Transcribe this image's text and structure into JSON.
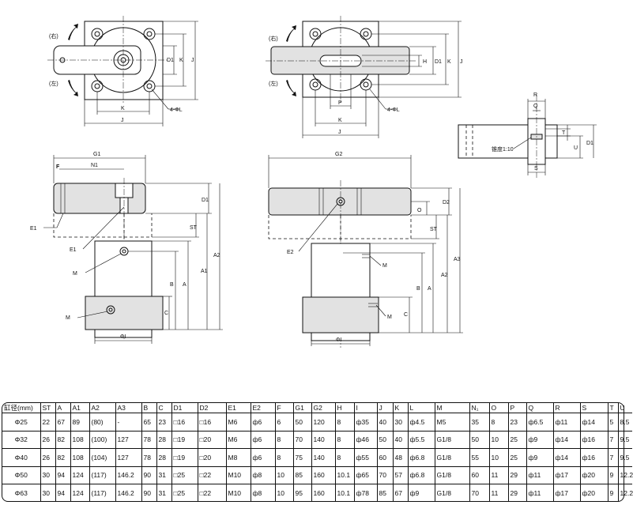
{
  "views": {
    "top_left": {
      "rot_right": "(右)",
      "rot_left": "(左)",
      "dims": [
        "D1",
        "K",
        "J",
        "K",
        "J",
        "4-ΦL"
      ]
    },
    "top_right": {
      "rot_right": "(右)",
      "rot_left": "(左)",
      "dims": [
        "H",
        "D1",
        "K",
        "J",
        "P",
        "K",
        "J",
        "4-ΦL"
      ]
    },
    "detail": {
      "dims": [
        "R",
        "Q",
        "T",
        "U",
        "D1",
        "S"
      ],
      "taper": "锥度1:10"
    },
    "side_left": {
      "dims": [
        "G1",
        "N1",
        "F",
        "E1",
        "E1",
        "M",
        "M",
        "D1",
        "ST",
        "A2",
        "A1",
        "A",
        "B",
        "C",
        "ΦI"
      ]
    },
    "side_right": {
      "dims": [
        "G2",
        "E2",
        "M",
        "M",
        "O",
        "D2",
        "ST",
        "A3",
        "A2",
        "A",
        "B",
        "C",
        "ΦI"
      ]
    }
  },
  "table": {
    "headers": [
      "缸径(mm)",
      "ST",
      "A",
      "A1",
      "A2",
      "A3",
      "B",
      "C",
      "D1",
      "D2",
      "E1",
      "E2",
      "F",
      "G1",
      "G2",
      "H",
      "I",
      "J",
      "K",
      "L",
      "M",
      "N₁",
      "O",
      "P",
      "Q",
      "R",
      "S",
      "T",
      "U"
    ],
    "rows": [
      [
        "Φ25",
        "22",
        "67",
        "89",
        "(80)",
        "-",
        "65",
        "23",
        "□16",
        "□16",
        "M6",
        "ф6",
        "6",
        "50",
        "120",
        "8",
        "ф35",
        "40",
        "30",
        "ф4.5",
        "M5",
        "35",
        "8",
        "23",
        "ф6.5",
        "ф11",
        "ф14",
        "5",
        "8.5"
      ],
      [
        "Φ32",
        "26",
        "82",
        "108",
        "(100)",
        "127",
        "78",
        "28",
        "□19",
        "□20",
        "M6",
        "ф6",
        "8",
        "70",
        "140",
        "8",
        "ф46",
        "50",
        "40",
        "ф5.5",
        "G1/8",
        "50",
        "10",
        "25",
        "ф9",
        "ф14",
        "ф16",
        "7",
        "9.5"
      ],
      [
        "Φ40",
        "26",
        "82",
        "108",
        "(104)",
        "127",
        "78",
        "28",
        "□19",
        "□20",
        "M8",
        "ф6",
        "8",
        "75",
        "140",
        "8",
        "ф55",
        "60",
        "48",
        "ф6.8",
        "G1/8",
        "55",
        "10",
        "25",
        "ф9",
        "ф14",
        "ф16",
        "7",
        "9.5"
      ],
      [
        "Φ50",
        "30",
        "94",
        "124",
        "(117)",
        "146.2",
        "90",
        "31",
        "□25",
        "□22",
        "M10",
        "ф8",
        "10",
        "85",
        "160",
        "10.1",
        "ф65",
        "70",
        "57",
        "ф6.8",
        "G1/8",
        "60",
        "11",
        "29",
        "ф11",
        "ф17",
        "ф20",
        "9",
        "12.2"
      ],
      [
        "Φ63",
        "30",
        "94",
        "124",
        "(117)",
        "146.2",
        "90",
        "31",
        "□25",
        "□22",
        "M10",
        "ф8",
        "10",
        "95",
        "160",
        "10.1",
        "ф78",
        "85",
        "67",
        "ф9",
        "G1/8",
        "70",
        "11",
        "29",
        "ф11",
        "ф17",
        "ф20",
        "9",
        "12.2"
      ]
    ]
  }
}
